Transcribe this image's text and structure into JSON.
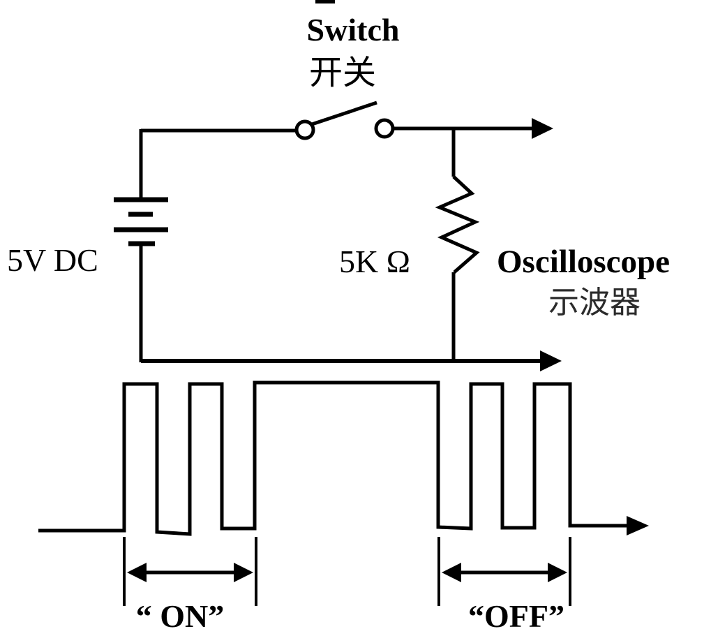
{
  "labels": {
    "switch_en": "Switch",
    "switch_cn": "开关",
    "battery": "5V DC",
    "resistor": "5K Ω",
    "oscilloscope_en": "Oscilloscope",
    "oscilloscope_cn": "示波器",
    "on": "“  ON”",
    "off": "“OFF”"
  },
  "colors": {
    "line": "#000000",
    "background": "#ffffff",
    "cjk_text": "#2b2b2b"
  }
}
